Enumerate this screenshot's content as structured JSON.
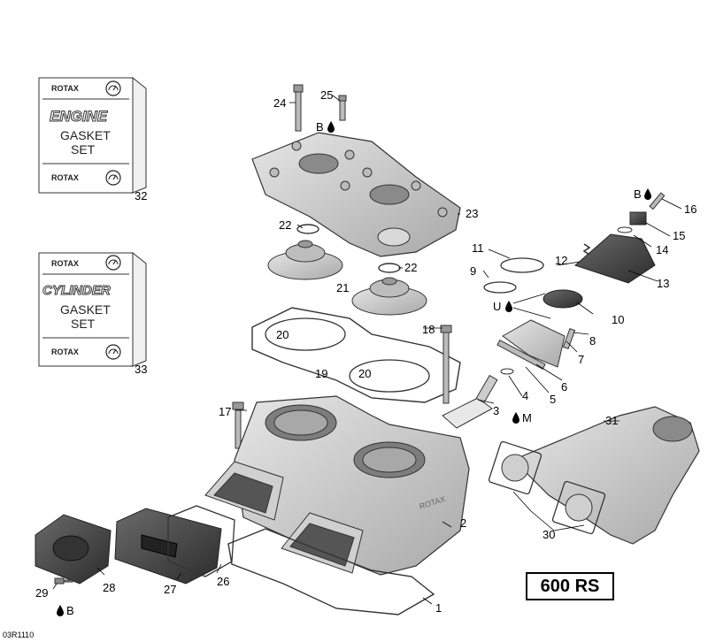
{
  "kits": {
    "engine": {
      "brand_top": "ROTAX",
      "line1": "ENGINE",
      "line2": "GASKET",
      "line3": "SET",
      "brand_bottom": "ROTAX"
    },
    "cylinder": {
      "brand_top": "ROTAX",
      "line1": "CYLINDER",
      "line2": "GASKET",
      "line3": "SET",
      "brand_bottom": "ROTAX"
    }
  },
  "callouts": {
    "c1": "1",
    "c2": "2",
    "c3": "3",
    "c4": "4",
    "c5": "5",
    "c6": "6",
    "c7": "7",
    "c8": "8",
    "c9": "9",
    "c10": "10",
    "c11": "11",
    "c12": "12",
    "c13": "13",
    "c14": "14",
    "c15": "15",
    "c16": "16",
    "c17": "17",
    "c18": "18",
    "c19": "19",
    "c20a": "20",
    "c20b": "20",
    "c21": "21",
    "c22a": "22",
    "c22b": "22",
    "c23": "23",
    "c24": "24",
    "c25": "25",
    "c26": "26",
    "c27": "27",
    "c28": "28",
    "c29": "29",
    "c30": "30",
    "c31": "31",
    "c32": "32",
    "c33": "33"
  },
  "notes": {
    "b_top": "B",
    "b_right": "B",
    "b_bottom": "B",
    "u": "U",
    "m": "M"
  },
  "model_label": "600 RS",
  "reference": "03R1110",
  "icons": [
    "lubricant-drop-icon",
    "rotax-gauge-icon"
  ],
  "colors": {
    "part_fill": "#cfcfcf",
    "part_dark": "#555555",
    "gasket": "#9a9a9a"
  }
}
